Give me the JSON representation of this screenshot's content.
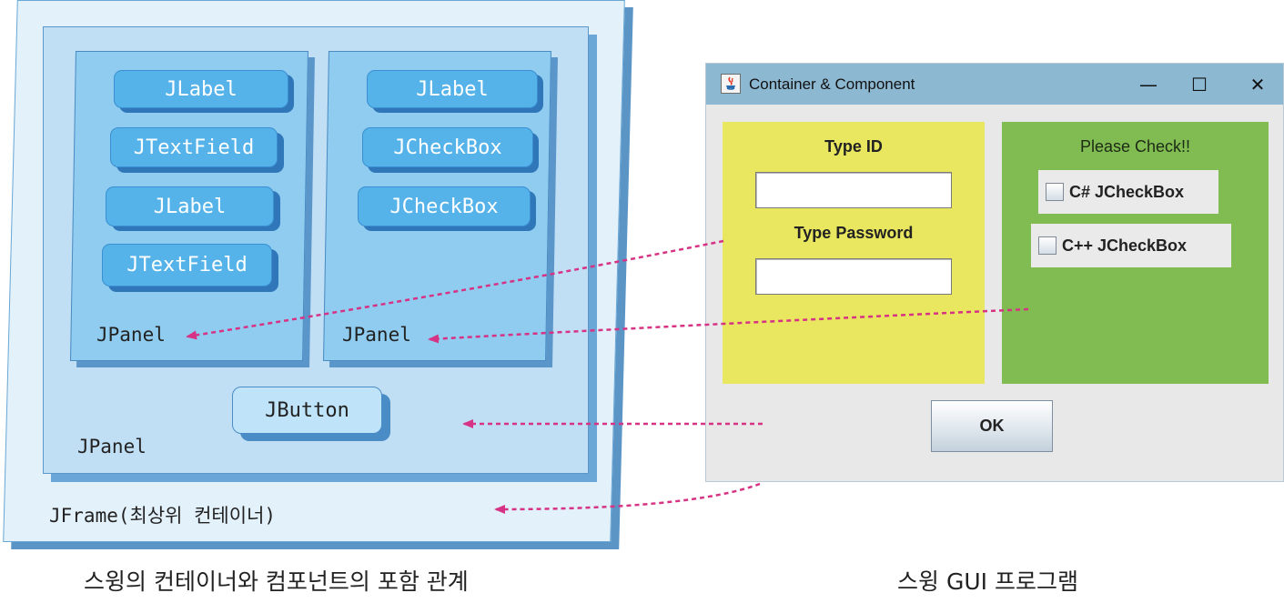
{
  "diagram": {
    "left_panel_items": [
      "JLabel",
      "JTextField",
      "JLabel",
      "JTextField"
    ],
    "left_panel_label": "JPanel",
    "right_panel_items": [
      "JLabel",
      "JCheckBox",
      "JCheckBox"
    ],
    "right_panel_label": "JPanel",
    "button_label": "JButton",
    "outer_panel_label": "JPanel",
    "frame_label": "JFrame(최상위 컨테이너)",
    "caption": "스윙의 컨테이너와 컴포넌트의 포함 관계"
  },
  "window": {
    "title": "Container & Component",
    "controls": {
      "minimize": "—",
      "maximize": "☐",
      "close": "✕"
    },
    "id_label": "Type ID",
    "id_value": "",
    "password_label": "Type Password",
    "password_value": "",
    "check_title": "Please Check!!",
    "checkboxes": [
      {
        "label": "C# JCheckBox",
        "checked": false
      },
      {
        "label": "C++ JCheckBox",
        "checked": false
      }
    ],
    "ok_label": "OK",
    "caption": "스윙 GUI 프로그램"
  },
  "colors": {
    "arrow": "#d63384",
    "panel_yellow": "#e9e75f",
    "panel_green": "#80bc52",
    "titlebar": "#8db8d2"
  },
  "icons": [
    "java-app-icon",
    "minimize-icon",
    "maximize-icon",
    "close-icon",
    "checkbox-icon"
  ]
}
